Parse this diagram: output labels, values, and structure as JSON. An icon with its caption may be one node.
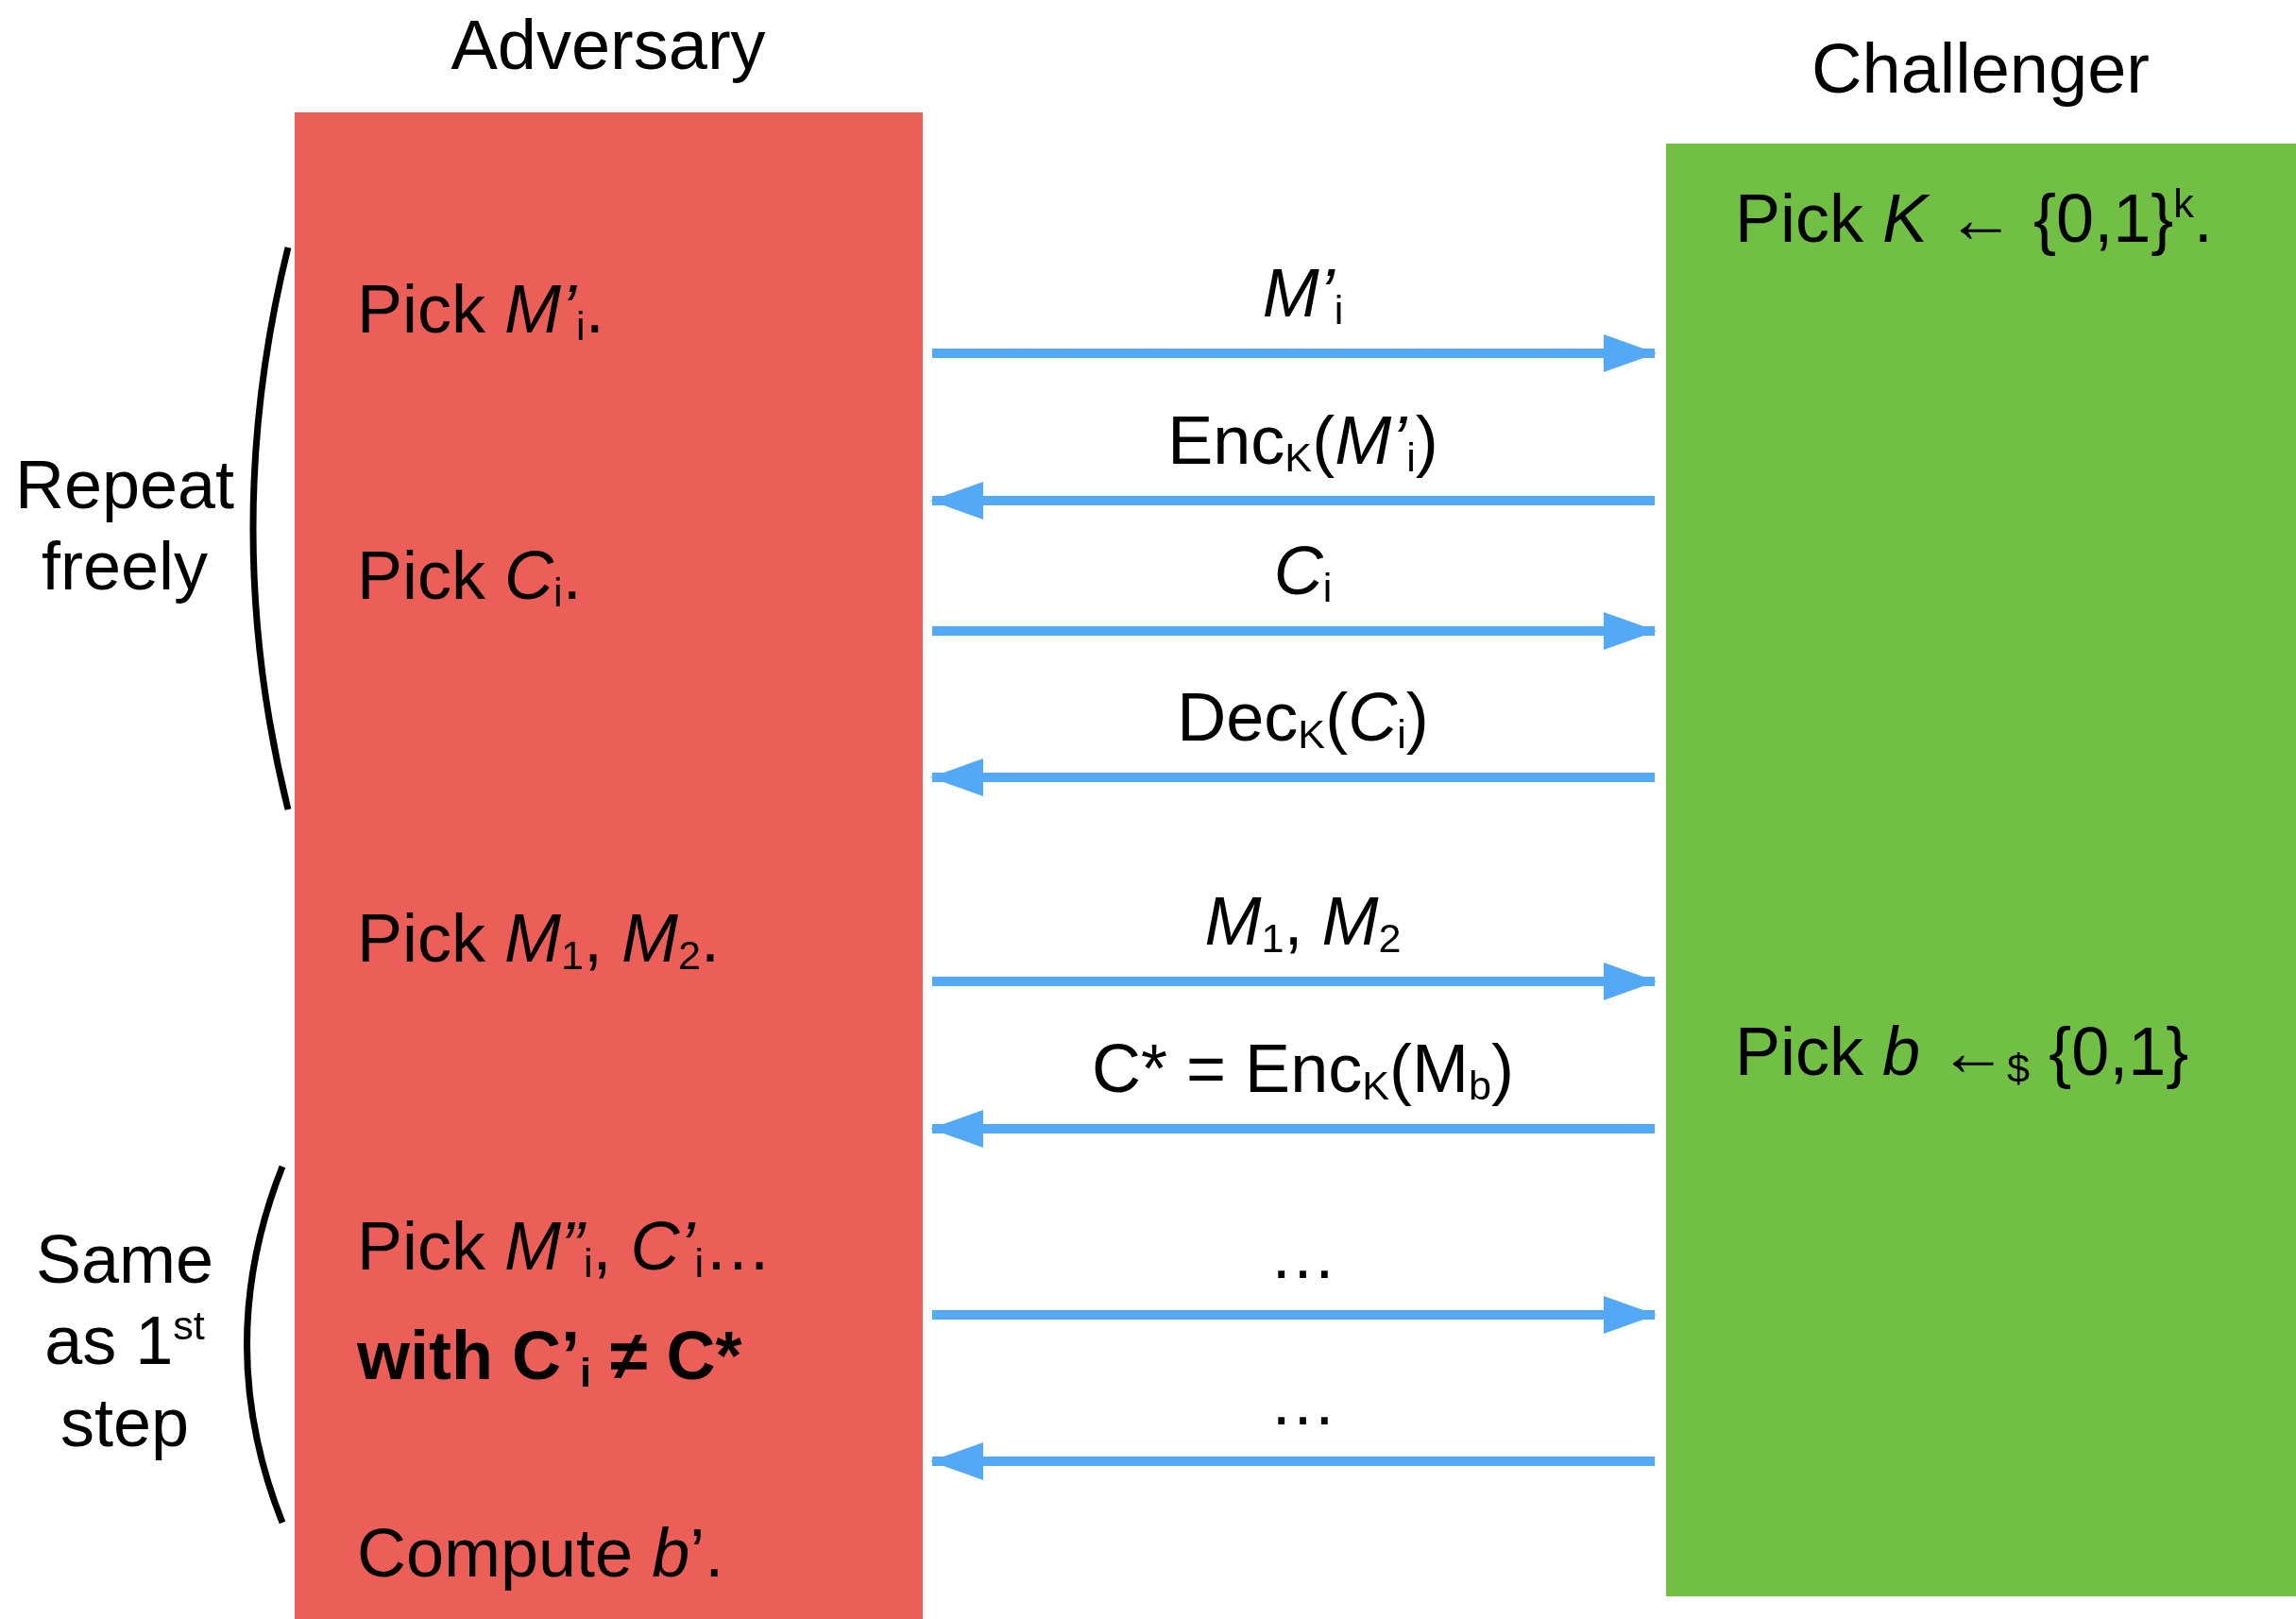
{
  "diagram": {
    "nodes": [
      {
        "text": [
          "Adversary",
          "Pick *M’*$_{i}$.",
          "Pick *C*$_{i}$.",
          "Pick *M*$_{1}$, *M*$_{2}$.",
          "Pick *M”*$_{i}$, *C’*$_{i}$…",
          "with C’$_{i}$ ≠ C*",
          "Compute *b*’."
        ]
      },
      {
        "text": [
          "Challenger",
          "Pick *K* ← {0,1}$^{k}$.",
          "Pick *b* ←$_{$}$ {0,1}"
        ]
      }
    ],
    "edges": [
      {
        "from": 0,
        "to": 1,
        "arrow": "to",
        "label": "*M’*$_{i}$"
      },
      {
        "from": 1,
        "to": 0,
        "arrow": "to",
        "label": "Enc$_{K}$(*M’*$_{i}$)"
      },
      {
        "from": 0,
        "to": 1,
        "arrow": "to",
        "label": "*C*$_{i}$"
      },
      {
        "from": 1,
        "to": 0,
        "arrow": "to",
        "label": "Dec$_{K}$(*C*$_{i}$)"
      },
      {
        "from": 0,
        "to": 1,
        "arrow": "to",
        "label": "*M*$_{1}$, *M*$_{2}$"
      },
      {
        "from": 1,
        "to": 0,
        "arrow": "to",
        "label": "C* = Enc$_{K}$(M$_{b}$)"
      },
      {
        "from": 0,
        "to": 1,
        "arrow": "to",
        "label": "…"
      },
      {
        "from": 1,
        "to": 0,
        "arrow": "to",
        "label": "…"
      }
    ],
    "labels": [
      "Repeat freely",
      "Same as 1$^{st}$ step"
    ]
  }
}
